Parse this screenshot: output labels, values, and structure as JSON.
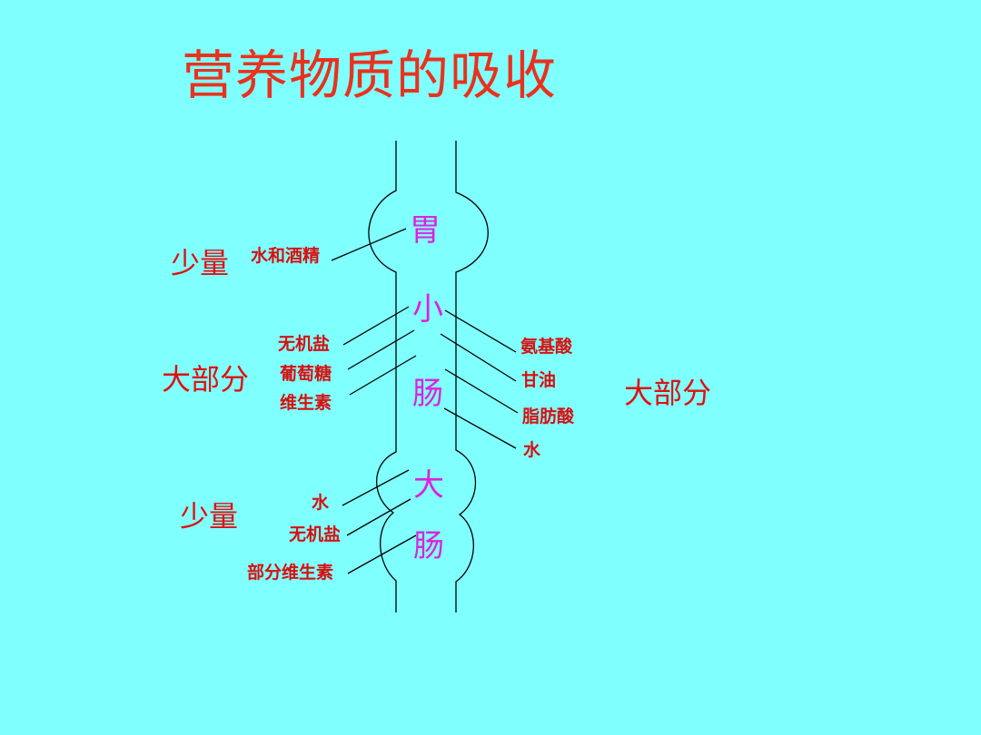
{
  "title": "营养物质的吸收",
  "organs": {
    "stomach": "胃",
    "small_1": "小",
    "small_2": "肠",
    "large_1": "大",
    "large_2": "肠"
  },
  "groups": {
    "stomach_amount": "少量",
    "small_left_amount": "大部分",
    "small_right_amount": "大部分",
    "large_amount": "少量"
  },
  "stomach_items": [
    "水和酒精"
  ],
  "small_left_items": [
    "无机盐",
    "葡萄糖",
    "维生素"
  ],
  "small_right_items": [
    "氨基酸",
    "甘油",
    "脂肪酸",
    "水"
  ],
  "large_items": [
    "水",
    "无机盐",
    "部分维生素"
  ],
  "colors": {
    "background": "#80FFFF",
    "title": "#E8321E",
    "label": "#D81010",
    "organ": "#DD22DD",
    "line": "#000000"
  }
}
